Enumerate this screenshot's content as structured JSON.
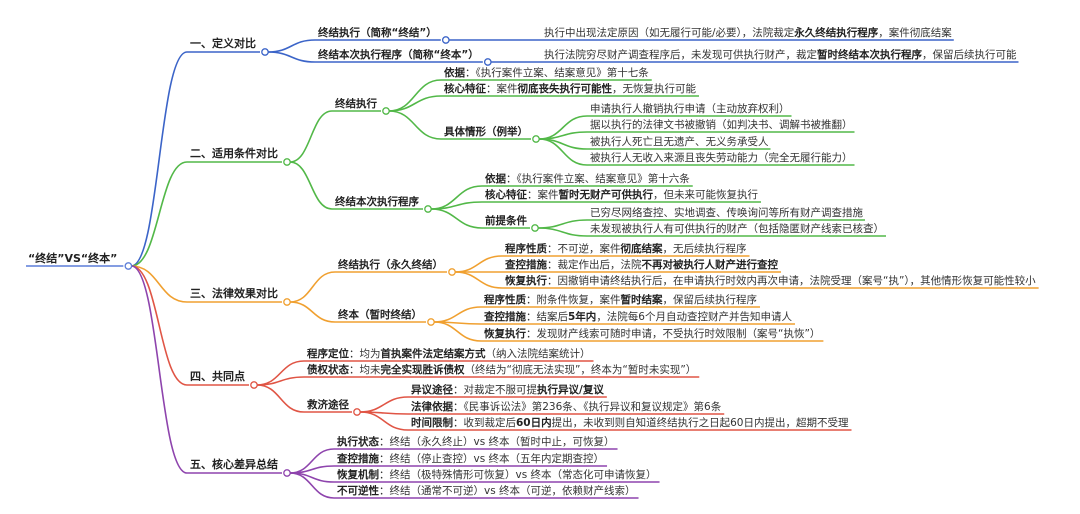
{
  "colors": {
    "blue": "#3b64c8",
    "green": "#52b848",
    "orange": "#f0a030",
    "red": "#e05545",
    "purple": "#8e44ad",
    "text": "#333333"
  },
  "root": {
    "label": "“终结”VS“终本”"
  },
  "sections": [
    {
      "label": "一、定义对比",
      "items": [
        {
          "label": "终结执行（简称“终结”）",
          "note": [
            [
              "执行中出现法定原因（如无履行可能/必要），法院裁定",
              0
            ],
            [
              "永久终结执行程序",
              1
            ],
            [
              "，案件彻底结案",
              0
            ]
          ]
        },
        {
          "label": "终结本次执行程序（简称“终本”）",
          "note": [
            [
              "执行法院穷尽财产调查程序后，未发现可供执行财产，裁定",
              0
            ],
            [
              "暂时终结本次执行程序",
              1
            ],
            [
              "，保留后续执行可能",
              0
            ]
          ]
        }
      ]
    },
    {
      "label": "二、适用条件对比",
      "items": [
        {
          "label": "终结执行",
          "children": [
            {
              "parts": [
                [
                  "依据",
                  1
                ],
                [
                  "：《执行案件立案、结案意见》第十七条",
                  0
                ]
              ]
            },
            {
              "parts": [
                [
                  "核心特征",
                  1
                ],
                [
                  "：案件",
                  0
                ],
                [
                  "彻底丧失执行可能性",
                  1
                ],
                [
                  "，无恢复执行可能",
                  0
                ]
              ]
            },
            {
              "parts": [
                [
                  "具体情形（例举）",
                  1
                ]
              ],
              "children": [
                "申请执行人撤销执行申请（主动放弃权利）",
                "据以执行的法律文书被撤销（如判决书、调解书被推翻）",
                "被执行人死亡且无遗产、无义务承受人",
                "被执行人无收入来源且丧失劳动能力（完全无履行能力）"
              ]
            }
          ]
        },
        {
          "label": "终结本次执行程序",
          "children": [
            {
              "parts": [
                [
                  "依据",
                  1
                ],
                [
                  "：《执行案件立案、结案意见》第十六条",
                  0
                ]
              ]
            },
            {
              "parts": [
                [
                  "核心特征",
                  1
                ],
                [
                  "：案件",
                  0
                ],
                [
                  "暂时无财产可供执行",
                  1
                ],
                [
                  "，但未来可能恢复执行",
                  0
                ]
              ]
            },
            {
              "parts": [
                [
                  "前提条件",
                  1
                ]
              ],
              "children": [
                "已穷尽网络查控、实地调查、传唤询问等所有财产调查措施",
                "未发现被执行人有可供执行的财产（包括隐匿财产线索已核查）"
              ]
            }
          ]
        }
      ]
    },
    {
      "label": "三、法律效果对比",
      "items": [
        {
          "label": "终结执行（永久终结）",
          "children": [
            {
              "parts": [
                [
                  "程序性质",
                  1
                ],
                [
                  "：不可逆，案件",
                  0
                ],
                [
                  "彻底结案",
                  1
                ],
                [
                  "，无后续执行程序",
                  0
                ]
              ]
            },
            {
              "parts": [
                [
                  "查控措施",
                  1
                ],
                [
                  "：裁定作出后，法院",
                  0
                ],
                [
                  "不再对被执行人财产进行查控",
                  1
                ]
              ]
            },
            {
              "parts": [
                [
                  "恢复执行",
                  1
                ],
                [
                  "：因撤销申请终结执行后，在申请执行时效内再次申请，法院受理（案号“执”），其他情形恢复可能性较小",
                  0
                ]
              ]
            }
          ]
        },
        {
          "label": "终本（暂时终结）",
          "children": [
            {
              "parts": [
                [
                  "程序性质",
                  1
                ],
                [
                  "：附条件恢复，案件",
                  0
                ],
                [
                  "暂时结案",
                  1
                ],
                [
                  "，保留后续执行程序",
                  0
                ]
              ]
            },
            {
              "parts": [
                [
                  "查控措施",
                  1
                ],
                [
                  "：结案后",
                  0
                ],
                [
                  "5年内",
                  1
                ],
                [
                  "，法院每6个月自动查控财产并告知申请人",
                  0
                ]
              ]
            },
            {
              "parts": [
                [
                  "恢复执行",
                  1
                ],
                [
                  "：发现财产线索可随时申请，不受执行时效限制（案号“执恢”）",
                  0
                ]
              ]
            }
          ]
        }
      ]
    },
    {
      "label": "四、共同点",
      "items": [
        {
          "parts": [
            [
              "程序定位",
              1
            ],
            [
              "：均为",
              0
            ],
            [
              "首执案件法定结案方式",
              1
            ],
            [
              "（纳入法院结案统计）",
              0
            ]
          ]
        },
        {
          "parts": [
            [
              "债权状态",
              1
            ],
            [
              "：均未",
              0
            ],
            [
              "完全实现胜诉债权",
              1
            ],
            [
              "（终结为“彻底无法实现”，终本为“暂时未实现”）",
              0
            ]
          ]
        },
        {
          "parts": [
            [
              "救济途径",
              1
            ]
          ],
          "children": [
            [
              [
                "异议途径",
                1
              ],
              [
                "：对裁定不服可提",
                0
              ],
              [
                "执行异议/复议",
                1
              ]
            ],
            [
              [
                "法律依据",
                1
              ],
              [
                "：《民事诉讼法》第236条、《执行异议和复议规定》第6条",
                0
              ]
            ],
            [
              [
                "时间限制",
                1
              ],
              [
                "：收到裁定后",
                0
              ],
              [
                "60日内",
                1
              ],
              [
                "提出，未收到则自知道终结执行之日起60日内提出，超期不受理",
                0
              ]
            ]
          ]
        }
      ]
    },
    {
      "label": "五、核心差异总结",
      "items": [
        {
          "parts": [
            [
              "执行状态",
              1
            ],
            [
              "：终结（永久终止）vs 终本（暂时中止，可恢复）",
              0
            ]
          ]
        },
        {
          "parts": [
            [
              "查控措施",
              1
            ],
            [
              "：终结（停止查控）vs 终本（五年内定期查控）",
              0
            ]
          ]
        },
        {
          "parts": [
            [
              "恢复机制",
              1
            ],
            [
              "：终结（极特殊情形可恢复）vs 终本（常态化可申请恢复）",
              0
            ]
          ]
        },
        {
          "parts": [
            [
              "不可逆性",
              1
            ],
            [
              "：终结（通常不可逆）vs 终本（可逆，依赖财产线索）",
              0
            ]
          ]
        }
      ]
    }
  ]
}
